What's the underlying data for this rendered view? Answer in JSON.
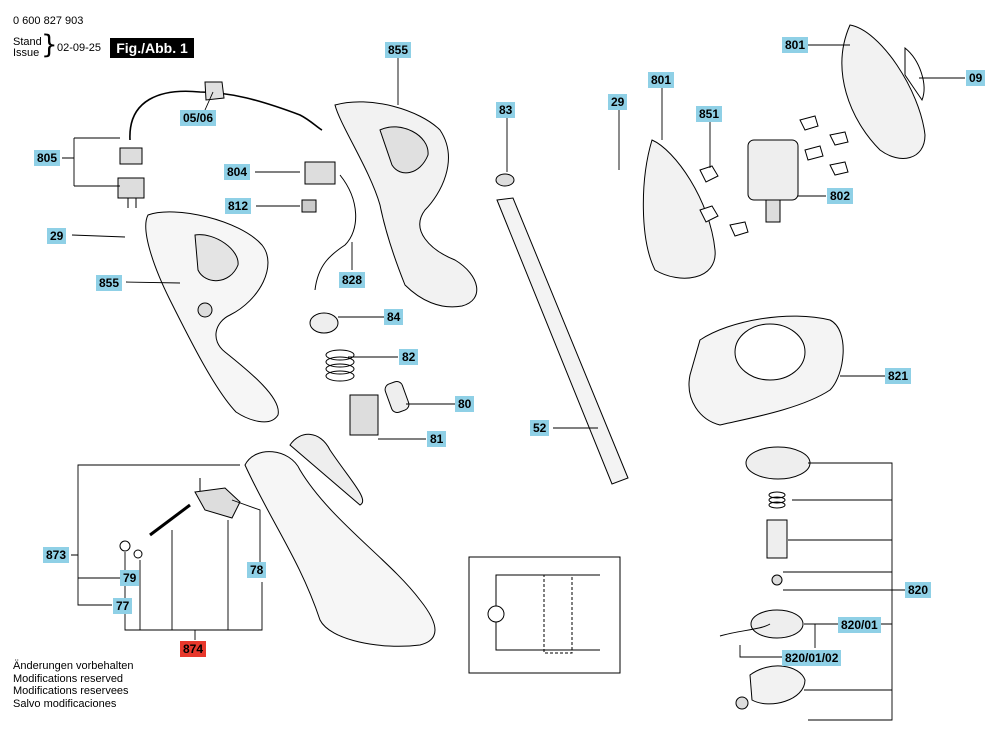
{
  "header": {
    "part_number": "0 600 827 903",
    "stand_label": "Stand",
    "issue_label": "Issue",
    "date": "02-09-25",
    "figure": "Fig./Abb. 1"
  },
  "footer": {
    "lines": [
      "Änderungen vorbehalten",
      "Modifications reserved",
      "Modifications reservees",
      "Salvo modificaciones"
    ]
  },
  "part_labels": {
    "l855_top": "855",
    "l801_top": "801",
    "l09": "09",
    "l805": "805",
    "l05_06": "05/06",
    "l83": "83",
    "l29_mid": "29",
    "l801_mid": "801",
    "l851": "851",
    "l804": "804",
    "l802": "802",
    "l812": "812",
    "l29_left": "29",
    "l828": "828",
    "l855_left": "855",
    "l84": "84",
    "l821": "821",
    "l82": "82",
    "l80": "80",
    "l81": "81",
    "l52": "52",
    "l873": "873",
    "l79": "79",
    "l78": "78",
    "l77": "77",
    "l874": "874",
    "l820": "820",
    "l820_01": "820/01",
    "l820_01_02": "820/01/02"
  },
  "colors": {
    "label_bg": "#8fd0e6",
    "highlight_bg": "#e8382c",
    "line": "#000000"
  }
}
